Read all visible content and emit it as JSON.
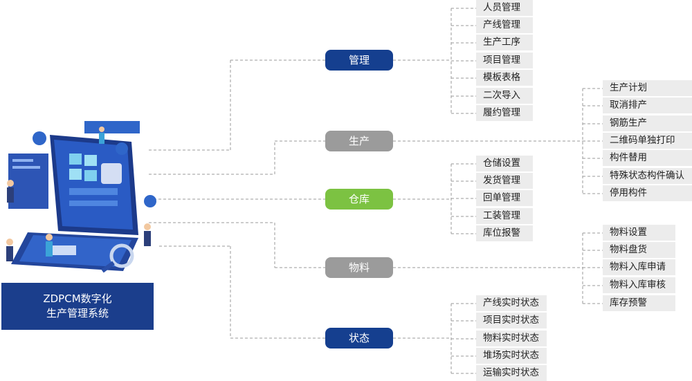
{
  "system": {
    "title_line1": "ZDPCM数字化",
    "title_line2": "生产管理系统"
  },
  "colors": {
    "management": "#153f8f",
    "production": "#9b9b9b",
    "warehouse": "#7cc242",
    "material": "#9b9b9b",
    "status": "#153f8f",
    "leaf_bg": "#ececec",
    "line": "#9a9a9a"
  },
  "categories": [
    {
      "id": "management",
      "label": "管理",
      "children": [
        "人员管理",
        "产线管理",
        "生产工序",
        "项目管理",
        "模板表格",
        "二次导入",
        "履约管理"
      ]
    },
    {
      "id": "production",
      "label": "生产",
      "children": [
        "生产计划",
        "取消排产",
        "钢筋生产",
        "二维码单独打印",
        "构件替用",
        "特殊状态构件确认",
        "停用构件"
      ]
    },
    {
      "id": "warehouse",
      "label": "仓库",
      "children": [
        "仓储设置",
        "发货管理",
        "回单管理",
        "工装管理",
        "库位报警"
      ]
    },
    {
      "id": "material",
      "label": "物料",
      "children": [
        "物料设置",
        "物料盘货",
        "物料入库申请",
        "物料入库审核",
        "库存预警"
      ]
    },
    {
      "id": "status",
      "label": "状态",
      "children": [
        "产线实时状态",
        "项目实时状态",
        "物料实时状态",
        "堆场实时状态",
        "运输实时状态"
      ]
    }
  ]
}
